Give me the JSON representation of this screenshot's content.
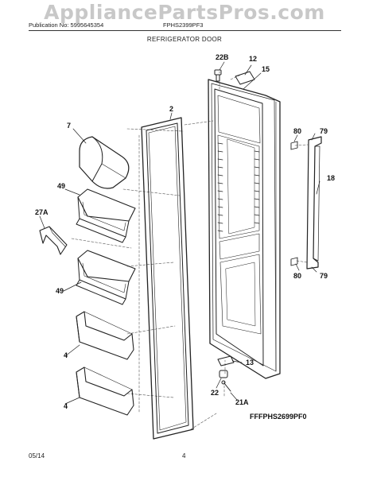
{
  "watermark": "AppliancePartsPros.com",
  "header": {
    "publication": "Publication No: 5995645354",
    "model": "FPHS2399PF3"
  },
  "section_title": "REFRIGERATOR DOOR",
  "diagram_code": "FFFPHS2699PF0",
  "footer": {
    "date": "05/14",
    "page": "4"
  },
  "callouts": {
    "c22b": "22B",
    "c12": "12",
    "c15": "15",
    "c2": "2",
    "c7": "7",
    "c80a": "80",
    "c79a": "79",
    "c49a": "49",
    "c18": "18",
    "c27a": "27A",
    "c49b": "49",
    "c80b": "80",
    "c79b": "79",
    "c4a": "4",
    "c13": "13",
    "c22": "22",
    "c21a": "21A",
    "c4b": "4"
  }
}
